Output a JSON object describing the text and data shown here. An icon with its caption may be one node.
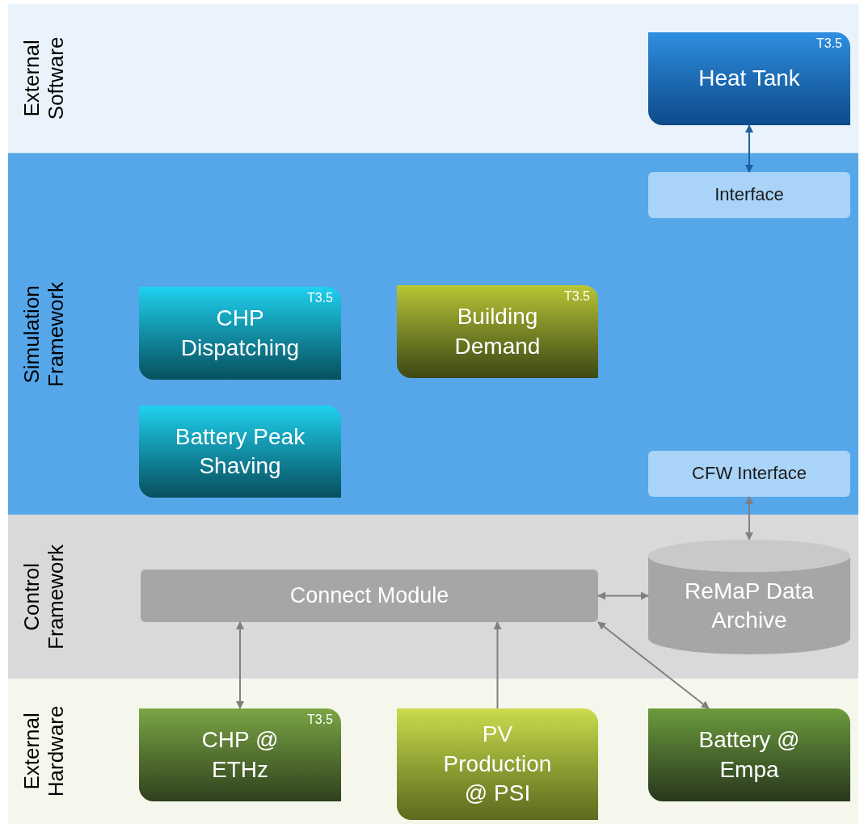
{
  "diagram": {
    "nodes": [
      {
        "text": [
          "External Software"
        ]
      },
      {
        "text": [
          "T3.5",
          "Heat Tank"
        ],
        "in": 0
      },
      {
        "text": [
          "Simulation Framework"
        ]
      },
      {
        "text": [
          "Interface"
        ],
        "in": 2
      },
      {
        "text": [
          "T3.5",
          "CHP Dispatching"
        ],
        "in": 2
      },
      {
        "text": [
          "T3.5",
          "Building Demand"
        ],
        "in": 2
      },
      {
        "text": [
          "Battery Peak Shaving"
        ],
        "in": 2
      },
      {
        "text": [
          "CFW Interface"
        ],
        "in": 2
      },
      {
        "text": [
          "Control Framework"
        ]
      },
      {
        "text": [
          "Connect Module"
        ],
        "in": 8
      },
      {
        "text": [
          "ReMaP Data Archive"
        ],
        "in": 8
      },
      {
        "text": [
          "External Hardware"
        ]
      },
      {
        "text": [
          "T3.5",
          "CHP @ ETHz"
        ],
        "in": 11
      },
      {
        "text": [
          "PV Production @ PSI"
        ],
        "in": 11
      },
      {
        "text": [
          "Battery @ Empa"
        ],
        "in": 11
      }
    ],
    "edges": [
      {
        "from": 1,
        "to": 3,
        "arrow": "both",
        "color": "#1f5f9e"
      },
      {
        "from": 7,
        "to": 10,
        "arrow": "both"
      },
      {
        "from": 9,
        "to": 10,
        "arrow": "both"
      },
      {
        "from": 9,
        "to": 12,
        "arrow": "both"
      },
      {
        "from": 13,
        "to": 9,
        "arrow": "to"
      },
      {
        "from": 9,
        "to": 14,
        "arrow": "both"
      }
    ]
  }
}
